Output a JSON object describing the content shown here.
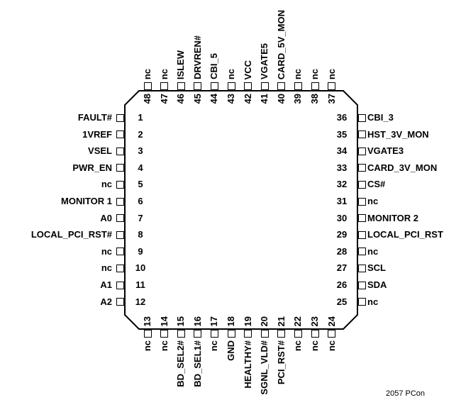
{
  "figure": {
    "background": "#ffffff",
    "line_color": "#000000",
    "note": "2057 PCon"
  },
  "chip": {
    "left_pins": [
      {
        "num": "1",
        "label": "FAULT#"
      },
      {
        "num": "2",
        "label": "1VREF"
      },
      {
        "num": "3",
        "label": "VSEL"
      },
      {
        "num": "4",
        "label": "PWR_EN"
      },
      {
        "num": "5",
        "label": "nc"
      },
      {
        "num": "6",
        "label": "MONITOR 1"
      },
      {
        "num": "7",
        "label": "A0"
      },
      {
        "num": "8",
        "label": "LOCAL_PCI_RST#"
      },
      {
        "num": "9",
        "label": "nc"
      },
      {
        "num": "10",
        "label": "nc"
      },
      {
        "num": "11",
        "label": "A1"
      },
      {
        "num": "12",
        "label": "A2"
      }
    ],
    "top_pins": [
      {
        "num": "48",
        "label": "nc"
      },
      {
        "num": "47",
        "label": "nc"
      },
      {
        "num": "46",
        "label": "ISLEW"
      },
      {
        "num": "45",
        "label": "DRVREN#"
      },
      {
        "num": "44",
        "label": "CBI_5"
      },
      {
        "num": "43",
        "label": "nc"
      },
      {
        "num": "42",
        "label": "VCC"
      },
      {
        "num": "41",
        "label": "VGATE5"
      },
      {
        "num": "40",
        "label": "CARD_5V_MON"
      },
      {
        "num": "39",
        "label": "nc"
      },
      {
        "num": "38",
        "label": "nc"
      },
      {
        "num": "37",
        "label": "nc"
      }
    ],
    "right_pins": [
      {
        "num": "36",
        "label": "CBI_3"
      },
      {
        "num": "35",
        "label": "HST_3V_MON"
      },
      {
        "num": "34",
        "label": "VGATE3"
      },
      {
        "num": "33",
        "label": "CARD_3V_MON"
      },
      {
        "num": "32",
        "label": "CS#"
      },
      {
        "num": "31",
        "label": "nc"
      },
      {
        "num": "30",
        "label": "MONITOR 2"
      },
      {
        "num": "29",
        "label": "LOCAL_PCI_RST"
      },
      {
        "num": "28",
        "label": "nc"
      },
      {
        "num": "27",
        "label": "SCL"
      },
      {
        "num": "26",
        "label": "SDA"
      },
      {
        "num": "25",
        "label": "nc"
      }
    ],
    "bottom_pins": [
      {
        "num": "13",
        "label": "nc"
      },
      {
        "num": "14",
        "label": "nc"
      },
      {
        "num": "15",
        "label": "BD_SEL2#"
      },
      {
        "num": "16",
        "label": "BD_SEL1#"
      },
      {
        "num": "17",
        "label": "nc"
      },
      {
        "num": "18",
        "label": "GND"
      },
      {
        "num": "19",
        "label": "HEALTHY#"
      },
      {
        "num": "20",
        "label": "SGNL_VLD#"
      },
      {
        "num": "21",
        "label": "PCI_RST#"
      },
      {
        "num": "22",
        "label": "nc"
      },
      {
        "num": "23",
        "label": "nc"
      },
      {
        "num": "24",
        "label": "nc"
      }
    ]
  }
}
